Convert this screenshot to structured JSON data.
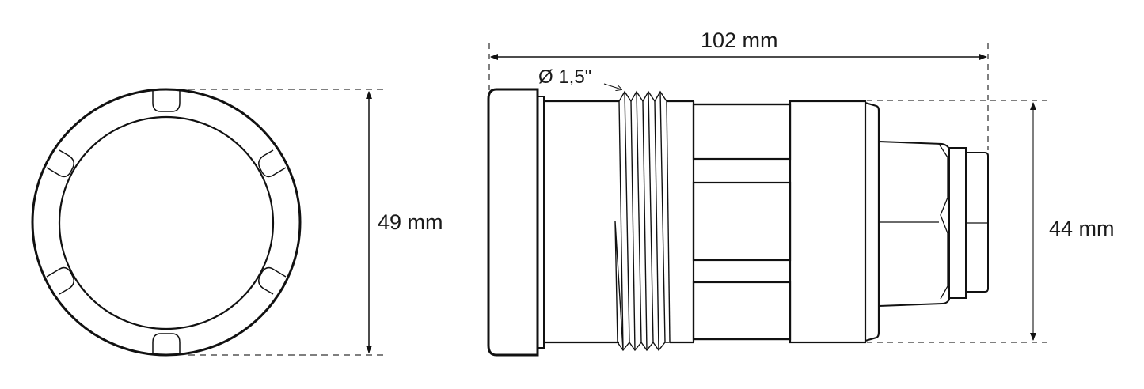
{
  "figure": {
    "type": "technical-drawing",
    "views": [
      "front-view",
      "side-view"
    ],
    "colors": {
      "line": "#111111",
      "dim_line": "#333333",
      "dashed": "#555555",
      "fill": "#ffffff"
    }
  },
  "front_view": {
    "height_label": "49 mm",
    "tabs_count": 6
  },
  "side_view": {
    "length_label": "102 mm",
    "thread_label": "Ø 1,5\"",
    "height_label": "44 mm"
  }
}
